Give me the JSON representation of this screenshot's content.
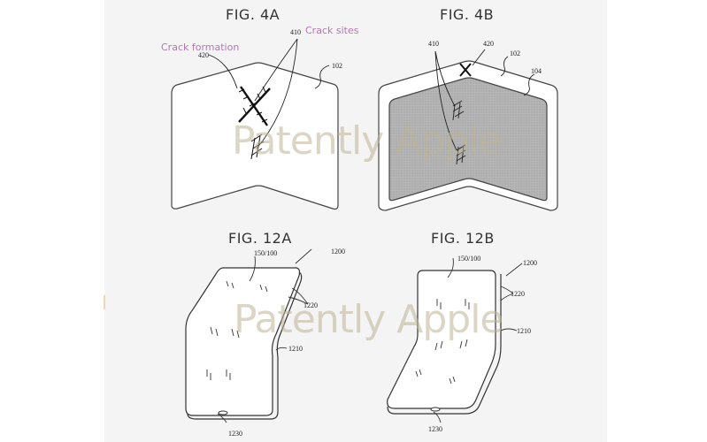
{
  "figures": [
    {
      "id": "fig-4a",
      "title": "FIG. 4A",
      "refs": {
        "r410": "410",
        "r420": "420",
        "r102": "102"
      },
      "annotations": {
        "crack_formation": "Crack formation",
        "crack_sites": "Crack sites"
      }
    },
    {
      "id": "fig-4b",
      "title": "FIG. 4B",
      "refs": {
        "r410": "410",
        "r420": "420",
        "r102": "102",
        "r104": "104"
      }
    },
    {
      "id": "fig-12a",
      "title": "FIG. 12A",
      "refs": {
        "r150": "150/100",
        "r1200": "1200",
        "r1220": "1220",
        "r1210": "1210",
        "r1230": "1230"
      }
    },
    {
      "id": "fig-12b",
      "title": "FIG. 12B",
      "refs": {
        "r150": "150/100",
        "r1200": "1200",
        "r1220": "1220",
        "r1210": "1210",
        "r1230": "1230"
      }
    }
  ],
  "watermark": {
    "top": "Patently Apple",
    "bottom": "Patently Apple"
  },
  "colors": {
    "panel": "#f4f4f4",
    "annotation": "#b07ab0",
    "watermark": "#beb296",
    "screen_fill": "#b8b8b8"
  }
}
